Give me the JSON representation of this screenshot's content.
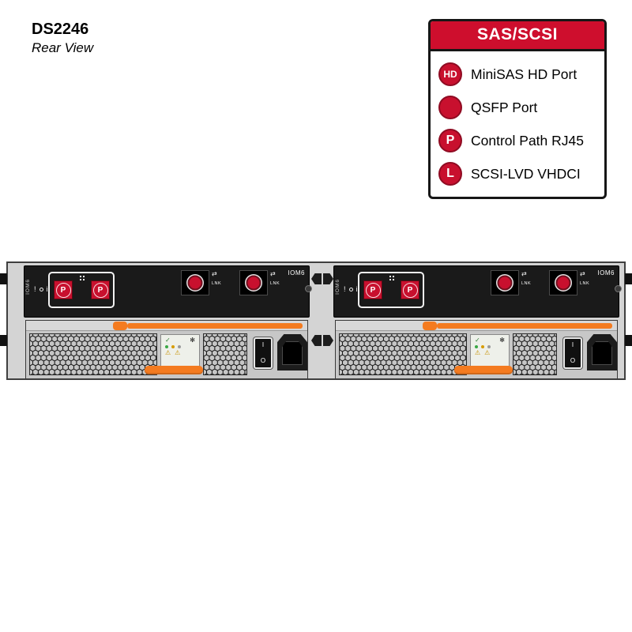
{
  "header": {
    "title": "DS2246",
    "subtitle": "Rear View"
  },
  "legend": {
    "title": "SAS/SCSI",
    "items": [
      {
        "badge": "HD",
        "label": "MiniSAS HD Port"
      },
      {
        "badge": "",
        "label": "QSFP Port"
      },
      {
        "badge": "P",
        "label": "Control Path RJ45"
      },
      {
        "badge": "L",
        "label": "SCSI-LVD VHDCI"
      }
    ]
  },
  "iom": {
    "label": "IOM6",
    "vertical_label": "IOM6",
    "port_letter": "P",
    "link_label": "LNK",
    "sas_icon": "⇄",
    "alert_bang": "!",
    "alert_info": "i"
  },
  "psu": {
    "switch_on": "I",
    "switch_off": "O",
    "icons": {
      "check": "✓",
      "fan": "✻",
      "warn": "⚠"
    }
  },
  "colors": {
    "legend_red": "#CE0E2D",
    "port_red": "#C8102E",
    "handle_orange": "#F47B20",
    "module_dark": "#1a1a1a",
    "chassis_gray": "#d4d4d4"
  }
}
